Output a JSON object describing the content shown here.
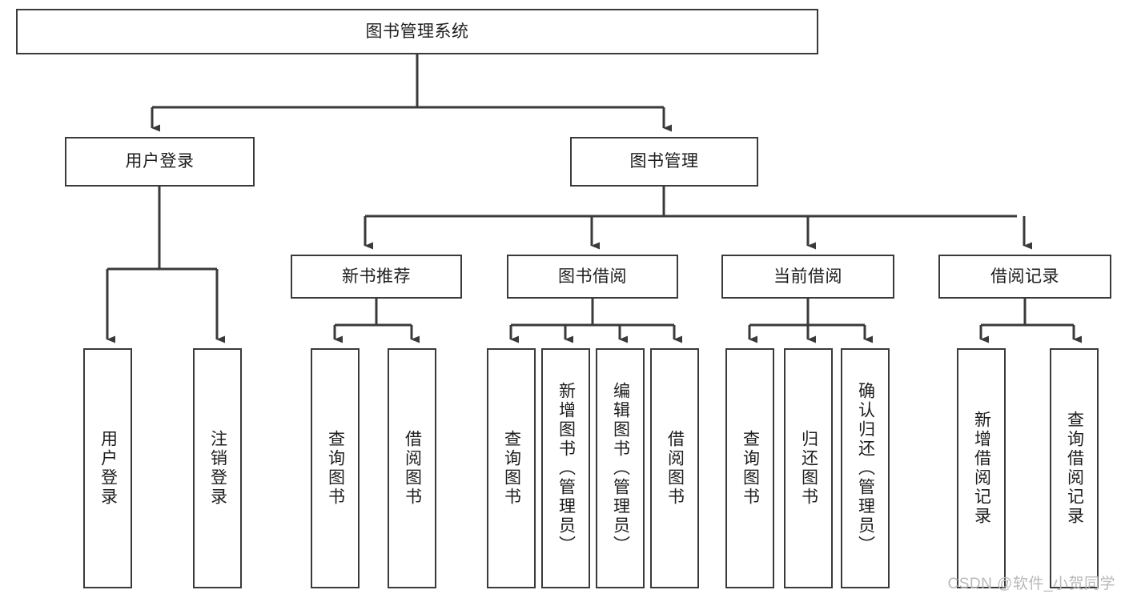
{
  "diagram": {
    "title_node": {
      "id": "root",
      "label": "图书管理系统",
      "orientation": "horizontal"
    },
    "level1": [
      {
        "id": "user-login",
        "label": "用户登录",
        "orientation": "horizontal"
      },
      {
        "id": "book-management",
        "label": "图书管理",
        "orientation": "horizontal"
      }
    ],
    "level2": [
      {
        "id": "new-book-recommend",
        "label": "新书推荐",
        "orientation": "horizontal",
        "parent": "book-management"
      },
      {
        "id": "book-borrow",
        "label": "图书借阅",
        "orientation": "horizontal",
        "parent": "book-management"
      },
      {
        "id": "current-borrow",
        "label": "当前借阅",
        "orientation": "horizontal",
        "parent": "book-management"
      },
      {
        "id": "borrow-record",
        "label": "借阅记录",
        "orientation": "horizontal",
        "parent": "book-management"
      }
    ],
    "leaves": [
      {
        "id": "leaf-user-login",
        "label": "用户登录",
        "orientation": "vertical",
        "parent": "user-login"
      },
      {
        "id": "leaf-user-logout",
        "label": "注销登录",
        "orientation": "vertical",
        "parent": "user-login"
      },
      {
        "id": "leaf-query-book-1",
        "label": "查询图书",
        "orientation": "vertical",
        "parent": "new-book-recommend"
      },
      {
        "id": "leaf-borrow-book-1",
        "label": "借阅图书",
        "orientation": "vertical",
        "parent": "new-book-recommend"
      },
      {
        "id": "leaf-query-book-2",
        "label": "查询图书",
        "orientation": "vertical",
        "parent": "book-borrow"
      },
      {
        "id": "leaf-add-book",
        "label": "新增图书（管理员）",
        "orientation": "vertical",
        "parent": "book-borrow"
      },
      {
        "id": "leaf-edit-book",
        "label": "编辑图书（管理员）",
        "orientation": "vertical",
        "parent": "book-borrow"
      },
      {
        "id": "leaf-borrow-book-2",
        "label": "借阅图书",
        "orientation": "vertical",
        "parent": "book-borrow"
      },
      {
        "id": "leaf-query-book-3",
        "label": "查询图书",
        "orientation": "vertical",
        "parent": "current-borrow"
      },
      {
        "id": "leaf-return-book",
        "label": "归还图书",
        "orientation": "vertical",
        "parent": "current-borrow"
      },
      {
        "id": "leaf-confirm-return",
        "label": "确认归还（管理员）",
        "orientation": "vertical",
        "parent": "current-borrow"
      },
      {
        "id": "leaf-add-record",
        "label": "新增借阅记录",
        "orientation": "vertical",
        "parent": "borrow-record"
      },
      {
        "id": "leaf-query-record",
        "label": "查询借阅记录",
        "orientation": "vertical",
        "parent": "borrow-record"
      }
    ],
    "colors": {
      "box_border": "#3a3a3a",
      "connector": "#3a3a3a",
      "box_fill": "#ffffff",
      "text": "#1d1d1d",
      "watermark": "#b9b9b9"
    }
  },
  "watermark": {
    "text": "CSDN @软件_小贺同学"
  }
}
